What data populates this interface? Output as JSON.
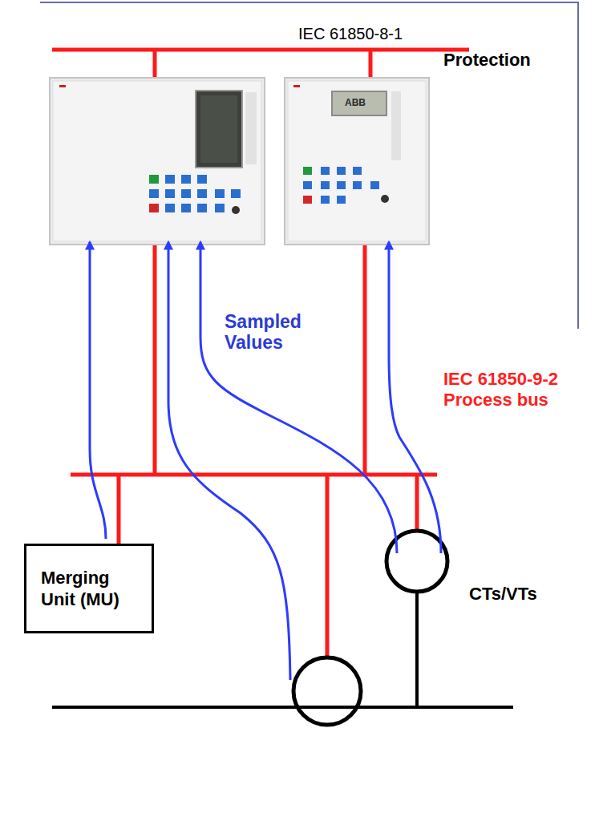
{
  "diagram": {
    "nodes": [
      {
        "text": [
          "Merging Unit (MU)"
        ]
      }
    ],
    "labels": [
      "IEC 61850-8-1",
      "Protection",
      "ABB",
      "Sampled Values",
      "IEC 61850-9-2 Process bus",
      "CTs/VTs"
    ]
  }
}
